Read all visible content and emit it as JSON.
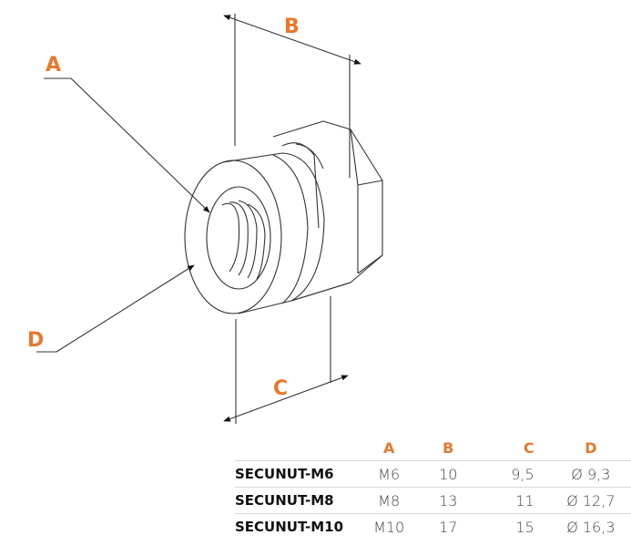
{
  "diagram": {
    "callouts": {
      "a": "A",
      "b": "B",
      "c": "C",
      "d": "D"
    },
    "line_color": "#222222",
    "label_color": "#e8782a"
  },
  "table": {
    "headers": [
      "",
      "A",
      "B",
      "C",
      "D"
    ],
    "rows": [
      {
        "model": "SECUNUT-M6",
        "a": "M6",
        "b": "10",
        "c": "9,5",
        "d": "Ø 9,3"
      },
      {
        "model": "SECUNUT-M8",
        "a": "M8",
        "b": "13",
        "c": "11",
        "d": "Ø 12,7"
      },
      {
        "model": "SECUNUT-M10",
        "a": "M10",
        "b": "17",
        "c": "15",
        "d": "Ø 16,3"
      }
    ]
  }
}
